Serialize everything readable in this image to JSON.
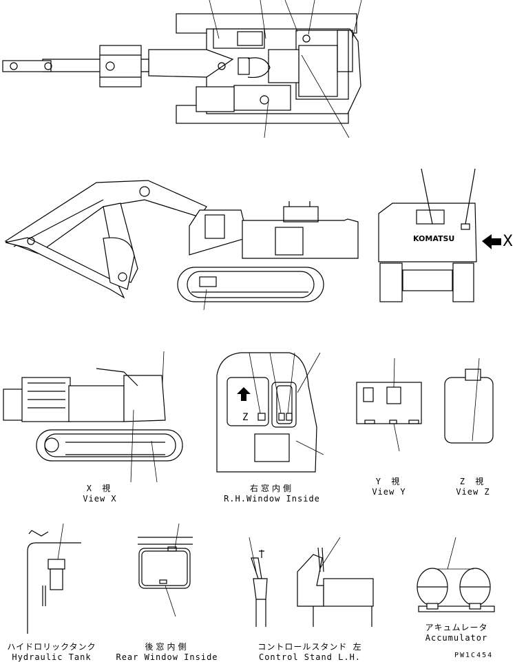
{
  "views": {
    "view_x": {
      "jp": "X 視",
      "en": "View X"
    },
    "view_y": {
      "jp": "Y 視",
      "en": "View Y"
    },
    "view_z": {
      "jp": "Z 視",
      "en": "View Z"
    },
    "rh_window": {
      "jp": "右窓内側",
      "en": "R.H.Window Inside"
    },
    "hyd_tank": {
      "jp": "ハイドロリックタンク",
      "en": "Hydraulic Tank"
    },
    "rear_window": {
      "jp": "後窓内側",
      "en": "Rear Window Inside"
    },
    "control_stand": {
      "jp": "コントロールスタンド 左",
      "en": "Control Stand L.H."
    },
    "accumulator": {
      "jp": "アキュムレータ",
      "en": "Accumulator"
    }
  },
  "markers": {
    "x": "X",
    "z": "Z"
  },
  "brand": "KOMATSU",
  "drawing_code": "PW1C454"
}
